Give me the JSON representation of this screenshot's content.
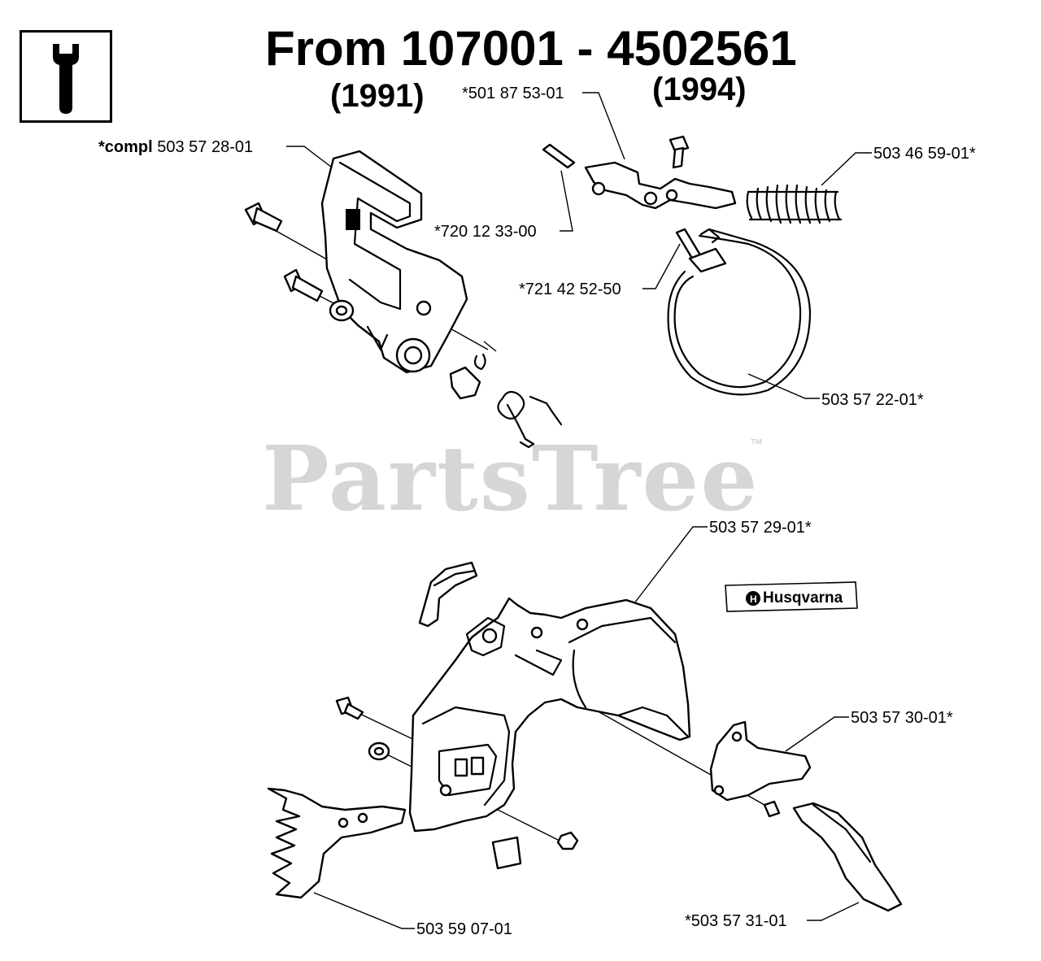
{
  "header": {
    "title": "From 107001 - 4502561",
    "year_start": "(1991)",
    "year_end": "(1994)",
    "tool_icon": "wrench-icon"
  },
  "labels": {
    "compl_prefix": "*compl",
    "compl_number": "503 57 28-01",
    "p501_87_53": "*501 87 53-01",
    "p503_46_59": "503 46 59-01*",
    "p720_12_33": "*720 12 33-00",
    "p721_42_52": "*721 42 52-50",
    "p503_57_22": "503 57 22-01*",
    "p503_57_29": "503 57 29-01*",
    "p503_57_30": "503 57 30-01*",
    "p503_57_31": "*503 57 31-01",
    "p503_59_07": "503 59 07-01"
  },
  "decal": {
    "brand": "Husqvarna"
  },
  "watermark": {
    "text": "PartsTree",
    "mark": "™"
  }
}
